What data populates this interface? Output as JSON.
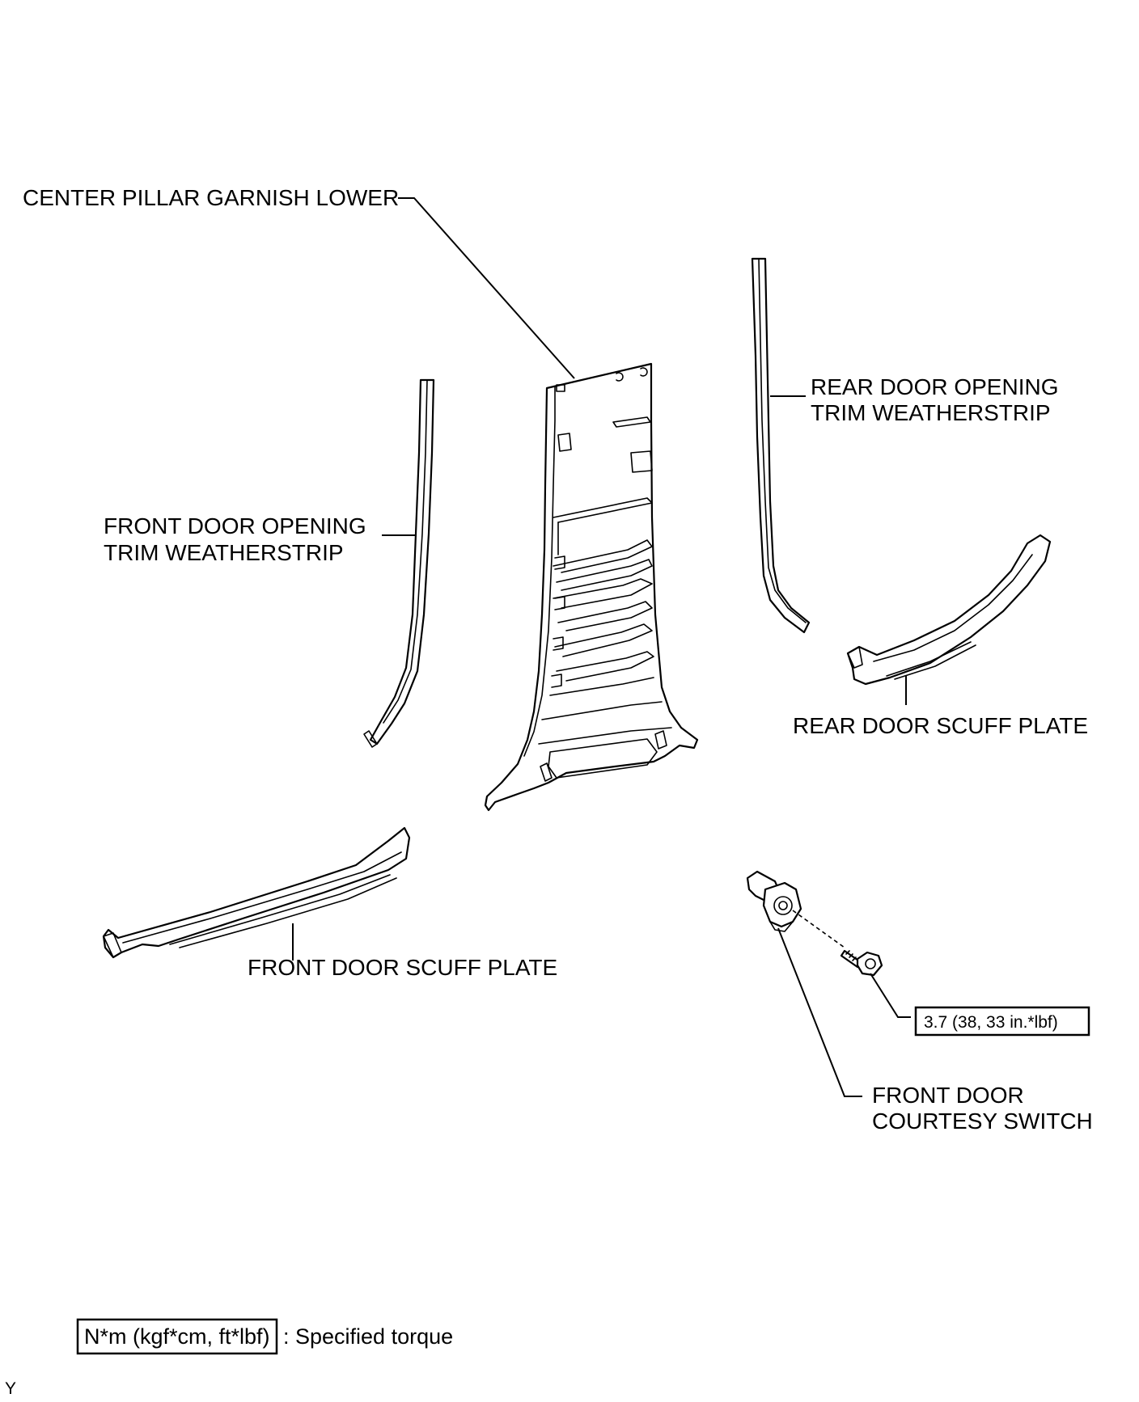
{
  "labels": {
    "center_pillar_garnish_lower": "CENTER PILLAR GARNISH LOWER",
    "rear_door_opening_trim_weatherstrip": {
      "line1": "REAR DOOR OPENING",
      "line2": "TRIM WEATHERSTRIP"
    },
    "front_door_opening_trim_weatherstrip": {
      "line1": "FRONT DOOR OPENING",
      "line2": "TRIM WEATHERSTRIP"
    },
    "rear_door_scuff_plate": "REAR DOOR SCUFF PLATE",
    "front_door_scuff_plate": "FRONT DOOR SCUFF PLATE",
    "front_door_courtesy_switch": {
      "line1": "FRONT DOOR",
      "line2": "COURTESY SWITCH"
    }
  },
  "torque_value": "3.7 (38, 33 in.*lbf)",
  "legend": {
    "units_box": "N*m (kgf*cm, ft*lbf)",
    "description": ": Specified torque"
  },
  "corner_mark": "Y"
}
